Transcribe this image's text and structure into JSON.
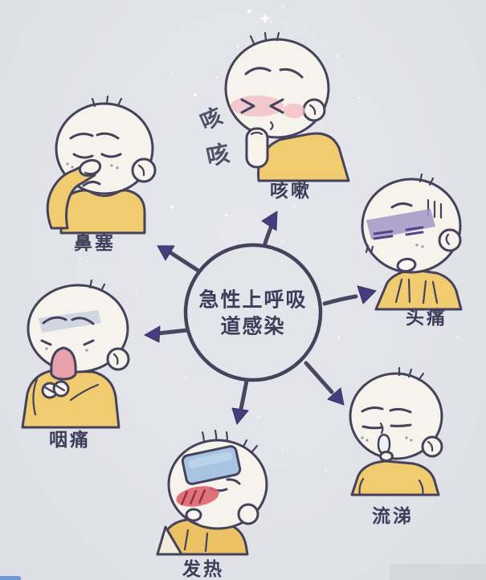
{
  "diagram": {
    "center": {
      "line1": "急性上呼吸",
      "line2": "道感染"
    },
    "cough_sfx": [
      "咳",
      "咳"
    ],
    "symptoms": [
      {
        "id": "nasal-congestion",
        "label": "鼻塞"
      },
      {
        "id": "cough",
        "label": "咳嗽"
      },
      {
        "id": "headache",
        "label": "头痛"
      },
      {
        "id": "sore-throat",
        "label": "咽痛"
      },
      {
        "id": "fever",
        "label": "发热"
      },
      {
        "id": "runny-nose",
        "label": "流涕"
      }
    ],
    "colors": {
      "background": "#e2e3e9",
      "outline_ink": "#45425c",
      "arrow": "#443e7e",
      "skin": "#f6f2ec",
      "shirt_yellow": "#f0cb70",
      "headache_band_purple": "#a396c8",
      "cooling_pad_blue": "#a9c4e2",
      "fever_cheek_red": "#df6470",
      "mouth_pink": "#e8a0ac"
    }
  }
}
